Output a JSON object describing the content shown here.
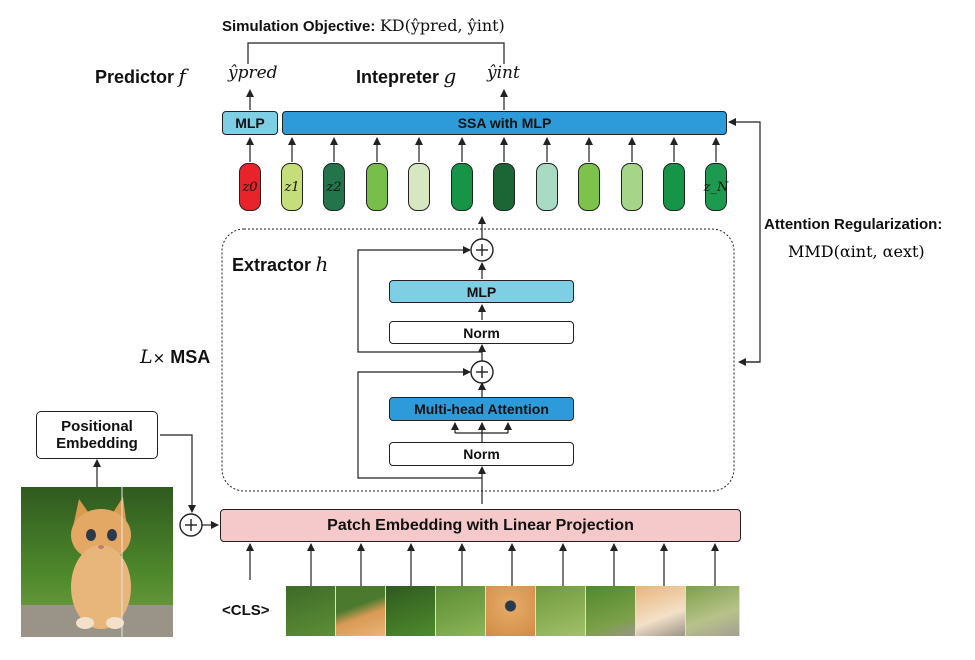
{
  "title": {
    "simulation_objective_label": "Simulation Objective:",
    "kd_formula": "KD(ŷpred, ŷint)"
  },
  "predictor": {
    "label": "Predictor",
    "symbol": "f"
  },
  "interpreter": {
    "label": "Intepreter",
    "symbol": "g"
  },
  "outputs": {
    "y_pred": "ŷpred",
    "y_int": "ŷint"
  },
  "top_boxes": {
    "mlp": "MLP",
    "ssa": "SSA with MLP"
  },
  "tokens": {
    "labels": [
      "z0",
      "z1",
      "z2",
      "z_N"
    ],
    "colors": [
      "#e8232a",
      "#c6de79",
      "#23744a",
      "#78be4a",
      "#d6e8c2",
      "#169448",
      "#1c6636",
      "#a9dbc4",
      "#7dc24a",
      "#a6d58a",
      "#169448",
      "#1e9a50"
    ]
  },
  "extractor": {
    "label": "Extractor",
    "symbol": "h",
    "mlp": "MLP",
    "norm_top": "Norm",
    "mha": "Multi-head Attention",
    "norm_bottom": "Norm",
    "repeat_label": "L× MSA"
  },
  "regularization": {
    "label": "Attention Regularization:",
    "formula": "MMD(αint, αext)"
  },
  "positional_embedding": {
    "line1": "Positional",
    "line2": "Embedding"
  },
  "patch_embedding": "Patch Embedding with Linear Projection",
  "cls_token": "<CLS>",
  "colors": {
    "light_blue": "#7ecfe3",
    "blue": "#2d9ad9",
    "pink": "#f5c9ca",
    "line": "#222222"
  }
}
